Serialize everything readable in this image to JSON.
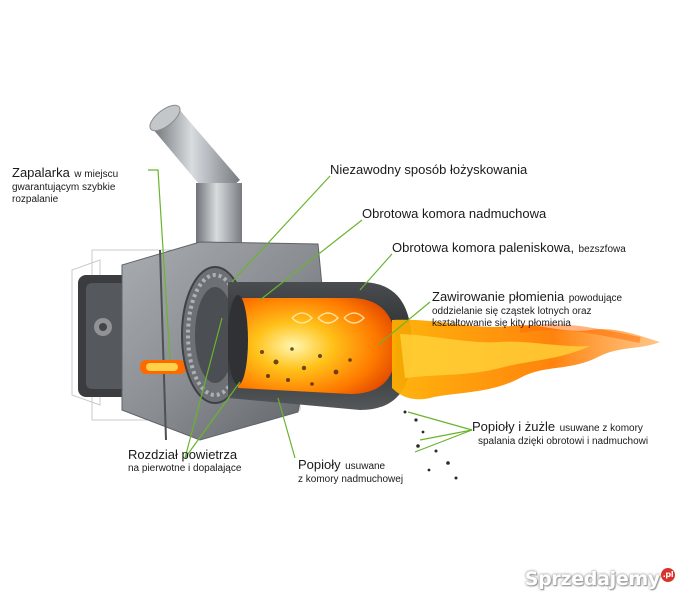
{
  "labels": {
    "zapalarka": {
      "title": "Zapalarka",
      "detail_1": "w miejscu",
      "detail_2": "gwarantującym szybkie",
      "detail_3": "rozpalanie"
    },
    "lozyskowanie": {
      "title": "Niezawodny sposób łożyskowania"
    },
    "komora_nadmuchowa": {
      "title": "Obrotowa komora nadmuchowa"
    },
    "komora_paleniskowa": {
      "title": "Obrotowa komora paleniskowa,",
      "detail": "bezszfowa"
    },
    "zawirowanie": {
      "title": "Zawirowanie płomienia",
      "detail_1": "powodujące",
      "detail_2": "oddzielanie się cząstek lotnych oraz",
      "detail_3": "kształtowanie się kity płomienia"
    },
    "popioly_zuzle": {
      "title": "Popioły i żużle",
      "detail_1": "usuwane z komory",
      "detail_2": "spalania dzięki  obrotowi i nadmuchowi"
    },
    "rozdzial": {
      "title": "Rozdział powietrza",
      "detail": "na pierwotne i dopalające"
    },
    "popioly": {
      "title": "Popioły",
      "detail_1": "usuwane",
      "detail_2": "z komory nadmuchowej"
    }
  },
  "watermark": {
    "text": "Sprzedajemy",
    "suffix": ".pl"
  },
  "colors": {
    "leader_line": "#6ab42d",
    "flame": "#ff8a00",
    "metal": "#8c8f93"
  }
}
